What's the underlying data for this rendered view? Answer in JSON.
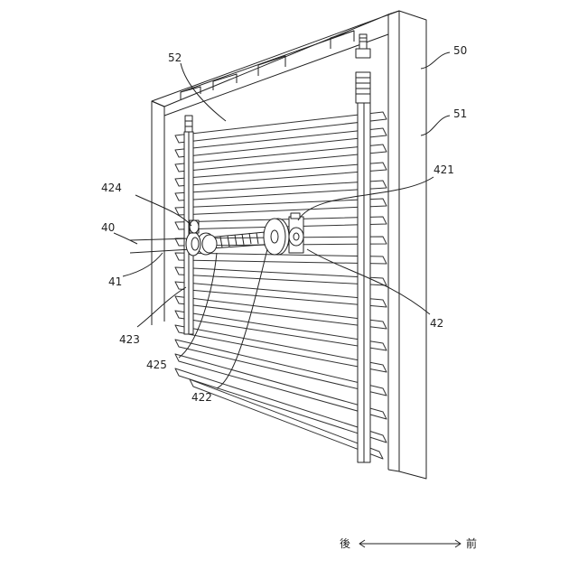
{
  "figure": {
    "labels": {
      "l50": "50",
      "l51": "51",
      "l52": "52",
      "l40": "40",
      "l41": "41",
      "l42": "42",
      "l421": "421",
      "l422": "422",
      "l423": "423",
      "l424": "424",
      "l425": "425"
    },
    "direction": {
      "back": "後",
      "front": "前"
    }
  }
}
